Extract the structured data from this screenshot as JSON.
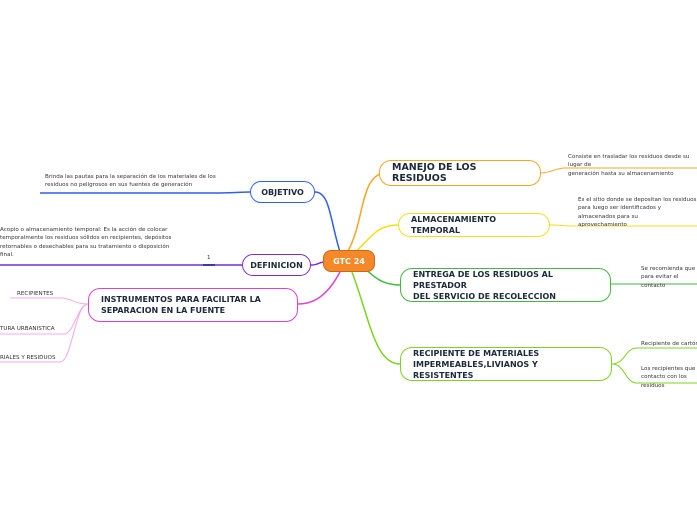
{
  "central": {
    "label": "GTC 24"
  },
  "branches": {
    "manejo": {
      "label": "MANEJO DE LOS RESIDUOS",
      "note": "Consiste en trasladar los residuos desde su lugar de\ngeneración hasta su almacenamiento"
    },
    "almacenamiento": {
      "label": "ALMACENAMIENTO TEMPORAL",
      "note": "Es el sitio donde se depositan los residuos\npara luego ser identificados y almacenados para su\naprovechamiento"
    },
    "entrega": {
      "label": "ENTREGA DE LOS RESIDUOS AL PRESTADOR\nDEL SERVICIO DE RECOLECCION",
      "note": "Se recomienda que\npara evitar el contacto"
    },
    "recipiente": {
      "label": "RECIPIENTE DE MATERIALES\nIMPERMEABLES,LIVIANOS Y RESISTENTES",
      "notes": [
        "Recipiente de cartón",
        "Los recipientes que\ncontacto con los residuos"
      ]
    },
    "objetivo": {
      "label": "OBJETIVO",
      "note": "Brinda las pautas para la separación de los materiales de los\nresiduos no peligrosos en sus fuentes de generación"
    },
    "definicion": {
      "label": "DEFINICION",
      "note": "Acopio o almacenamiento temporal: Es la acción de colocar\ntemporalmente los residuos sólidos en recipientes, depósitos\nretornables o desechables para su tratamiento o disposición\nfinal.",
      "badge": "1"
    },
    "instrumentos": {
      "label": "INSTRUMENTOS PARA FACILITAR LA\nSEPARACION EN LA FUENTE",
      "items": [
        "RECIPIENTES",
        "TURA URBANISTICA",
        "RIALES Y RESIDUOS"
      ]
    }
  },
  "colors": {
    "central": "#f5892a",
    "manejo": "#f5a623",
    "almacenamiento": "#f2e01a",
    "entrega": "#3dbb3d",
    "recipiente": "#7ed321",
    "objetivo": "#2f5fe8",
    "definicion": "#7b2ad6",
    "instrumentos": "#e040d0"
  }
}
